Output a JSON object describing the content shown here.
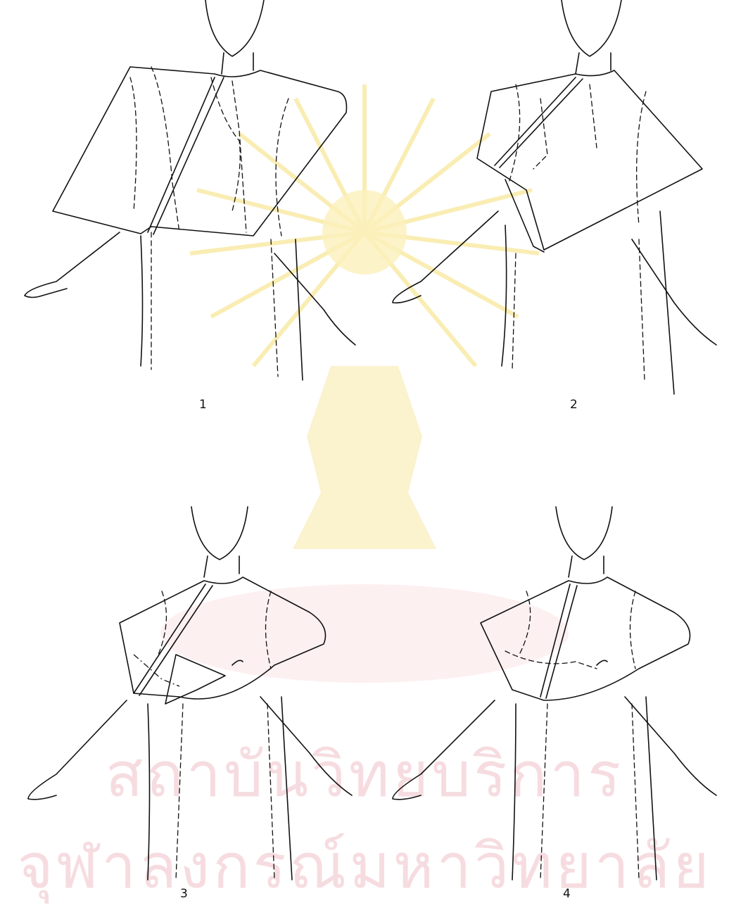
{
  "figure": {
    "steps": [
      {
        "label": "1"
      },
      {
        "label": "2"
      },
      {
        "label": "3"
      },
      {
        "label": "4"
      }
    ]
  },
  "watermark": {
    "line1": "สถาบันวิทยบริการ",
    "line2": "จุฬาลงกรณ์มหาวิทยาลัย",
    "emblem_color": "#f7e27a",
    "text_color": "#f6dce0"
  }
}
